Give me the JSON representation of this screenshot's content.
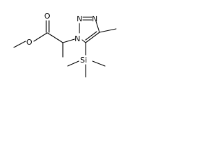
{
  "structure": {
    "atoms": {
      "ester_oxygen": "O",
      "carbonyl_oxygen": "O",
      "triazole_n1": "N",
      "triazole_n2": "N",
      "triazole_n3": "N",
      "silicon": "Si"
    }
  }
}
